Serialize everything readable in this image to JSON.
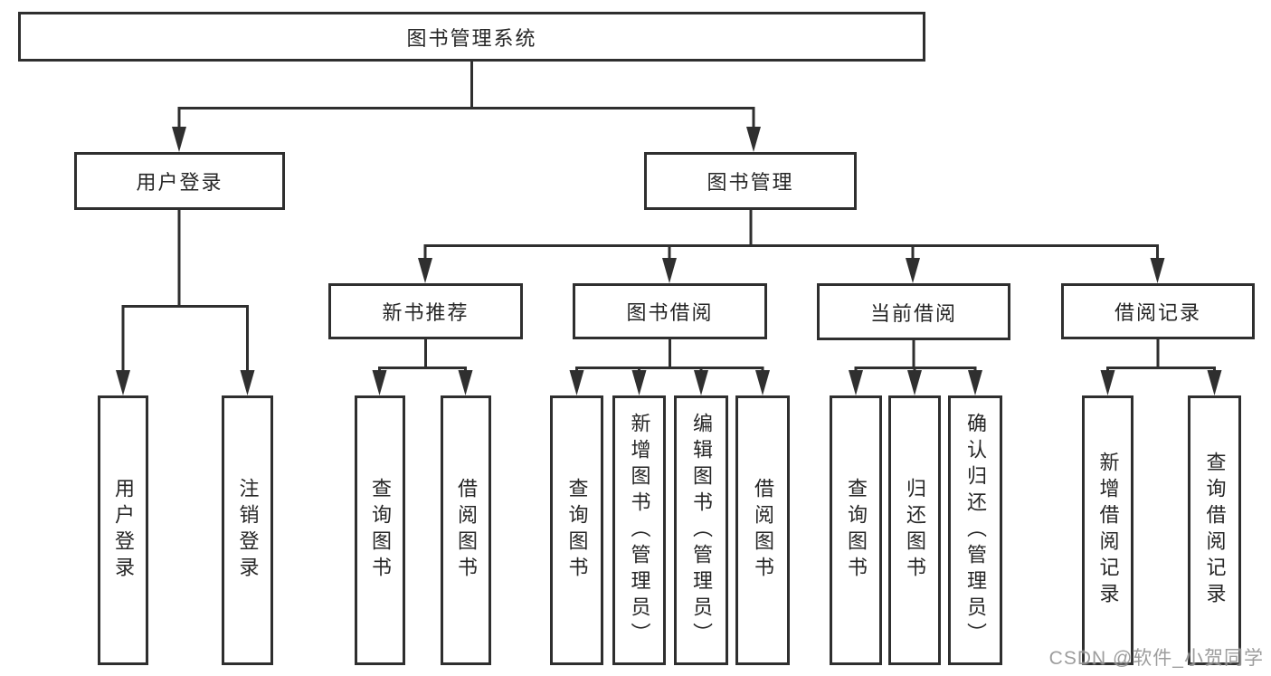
{
  "diagram": {
    "root": {
      "label": "图书管理系统"
    },
    "branches": [
      {
        "label": "用户登录",
        "children": [
          {
            "label": "用户登录"
          },
          {
            "label": "注销登录"
          }
        ]
      },
      {
        "label": "图书管理",
        "children": [
          {
            "label": "新书推荐",
            "children": [
              {
                "label": "查询图书"
              },
              {
                "label": "借阅图书"
              }
            ]
          },
          {
            "label": "图书借阅",
            "children": [
              {
                "label": "查询图书"
              },
              {
                "label": "新增图书（管理员）"
              },
              {
                "label": "编辑图书（管理员）"
              },
              {
                "label": "借阅图书"
              }
            ]
          },
          {
            "label": "当前借阅",
            "children": [
              {
                "label": "查询图书"
              },
              {
                "label": "归还图书"
              },
              {
                "label": "确认归还（管理员）"
              }
            ]
          },
          {
            "label": "借阅记录",
            "children": [
              {
                "label": "新增借阅记录"
              },
              {
                "label": "查询借阅记录"
              }
            ]
          }
        ]
      }
    ]
  },
  "watermark": {
    "text": "CSDN @软件_小贺同学"
  },
  "colors": {
    "background": "#ffffff",
    "line": "#2f2f2f",
    "box_border": "#2f2f2f",
    "text": "#262626",
    "watermark": "#8c8c8c"
  }
}
